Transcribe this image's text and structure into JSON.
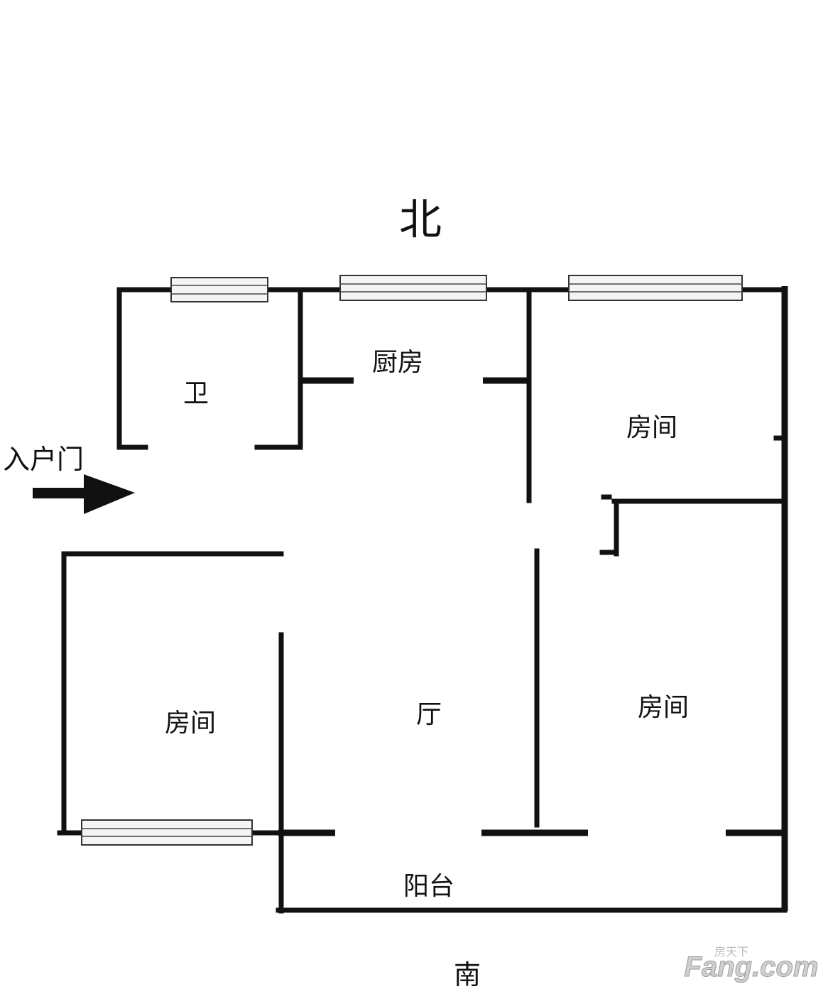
{
  "labels": {
    "north": "北",
    "south": "南",
    "bathroom": "卫",
    "kitchen": "厨房",
    "room_ne": "房间",
    "room_se": "房间",
    "room_w": "房间",
    "living": "厅",
    "balcony": "阳台",
    "entrance": "入户门"
  },
  "watermark": {
    "small": "房天下",
    "main": "Fang.com"
  },
  "colors": {
    "wall": "#111111",
    "window": "#f4f4f4",
    "logo": "#d0d0d0"
  }
}
